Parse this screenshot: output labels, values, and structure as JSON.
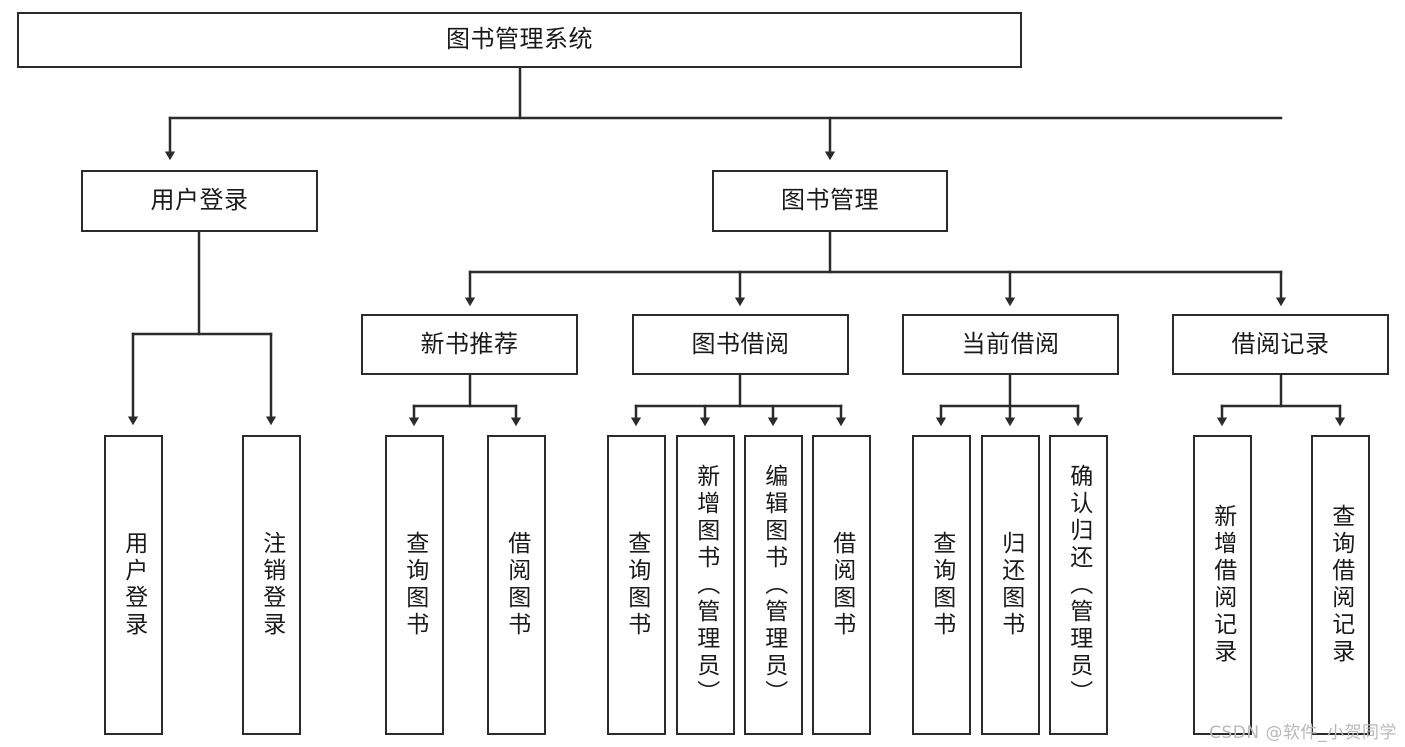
{
  "diagram": {
    "title": "图书管理系统",
    "type": "tree-hierarchy",
    "watermark": "CSDN @软件_小贺同学",
    "colors": {
      "box_border": "#2b2b2b",
      "box_fill": "#ffffff",
      "edge": "#2b2b2b",
      "text": "#1a1a1a",
      "watermark": "#b9b9b9",
      "background": "#ffffff"
    },
    "levels": {
      "root": {
        "id": "root",
        "label": "图书管理系统",
        "orientation": "horizontal"
      },
      "level2": [
        {
          "id": "user-login",
          "label": "用户登录",
          "orientation": "horizontal"
        },
        {
          "id": "book-management",
          "label": "图书管理",
          "orientation": "horizontal"
        }
      ],
      "level3": [
        {
          "id": "new-book-recommend",
          "label": "新书推荐",
          "orientation": "horizontal",
          "parent": "book-management"
        },
        {
          "id": "book-borrow",
          "label": "图书借阅",
          "orientation": "horizontal",
          "parent": "book-management"
        },
        {
          "id": "current-borrow",
          "label": "当前借阅",
          "orientation": "horizontal",
          "parent": "book-management"
        },
        {
          "id": "borrow-record",
          "label": "借阅记录",
          "orientation": "horizontal",
          "parent": "book-management"
        }
      ],
      "leaves": [
        {
          "id": "leaf-user-login",
          "label": "用户登录",
          "orientation": "vertical",
          "parent": "user-login"
        },
        {
          "id": "leaf-logout",
          "label": "注销登录",
          "orientation": "vertical",
          "parent": "user-login"
        },
        {
          "id": "leaf-query-book-1",
          "label": "查询图书",
          "orientation": "vertical",
          "parent": "new-book-recommend"
        },
        {
          "id": "leaf-borrow-book-1",
          "label": "借阅图书",
          "orientation": "vertical",
          "parent": "new-book-recommend"
        },
        {
          "id": "leaf-query-book-2",
          "label": "查询图书",
          "orientation": "vertical",
          "parent": "book-borrow"
        },
        {
          "id": "leaf-add-book",
          "label": "新增图书（管理员）",
          "orientation": "vertical",
          "parent": "book-borrow"
        },
        {
          "id": "leaf-edit-book",
          "label": "编辑图书（管理员）",
          "orientation": "vertical",
          "parent": "book-borrow"
        },
        {
          "id": "leaf-borrow-book-2",
          "label": "借阅图书",
          "orientation": "vertical",
          "parent": "book-borrow"
        },
        {
          "id": "leaf-query-book-3",
          "label": "查询图书",
          "orientation": "vertical",
          "parent": "current-borrow"
        },
        {
          "id": "leaf-return-book",
          "label": "归还图书",
          "orientation": "vertical",
          "parent": "current-borrow"
        },
        {
          "id": "leaf-confirm-return",
          "label": "确认归还（管理员）",
          "orientation": "vertical",
          "parent": "current-borrow"
        },
        {
          "id": "leaf-add-record",
          "label": "新增借阅记录",
          "orientation": "vertical",
          "parent": "borrow-record"
        },
        {
          "id": "leaf-query-record",
          "label": "查询借阅记录",
          "orientation": "vertical",
          "parent": "borrow-record"
        }
      ]
    }
  }
}
